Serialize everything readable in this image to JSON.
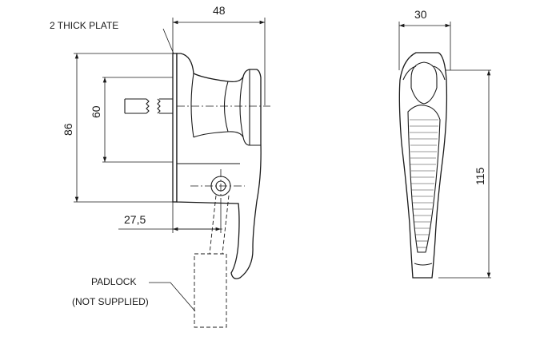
{
  "side_view": {
    "plate_label": "2 THICK PLATE",
    "dim_width": "48",
    "dim_height_outer": "86",
    "dim_height_inner": "60",
    "dim_depth": "27,5",
    "padlock_label_line1": "PADLOCK",
    "padlock_label_line2": "(NOT SUPPLIED)"
  },
  "front_view": {
    "dim_width": "30",
    "dim_height": "115"
  }
}
